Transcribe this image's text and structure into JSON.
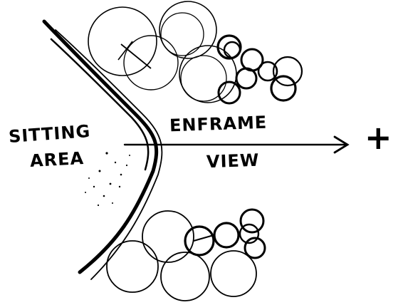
{
  "labels": {
    "sitting": "SITTING",
    "area": "AREA",
    "enframe": "ENFRAME",
    "view": "VIEW",
    "target": "+"
  },
  "colors": {
    "ink": "#000000",
    "paper": "#ffffff"
  },
  "icons": {
    "arrow": "arrow-right-icon",
    "target": "plus-icon"
  }
}
